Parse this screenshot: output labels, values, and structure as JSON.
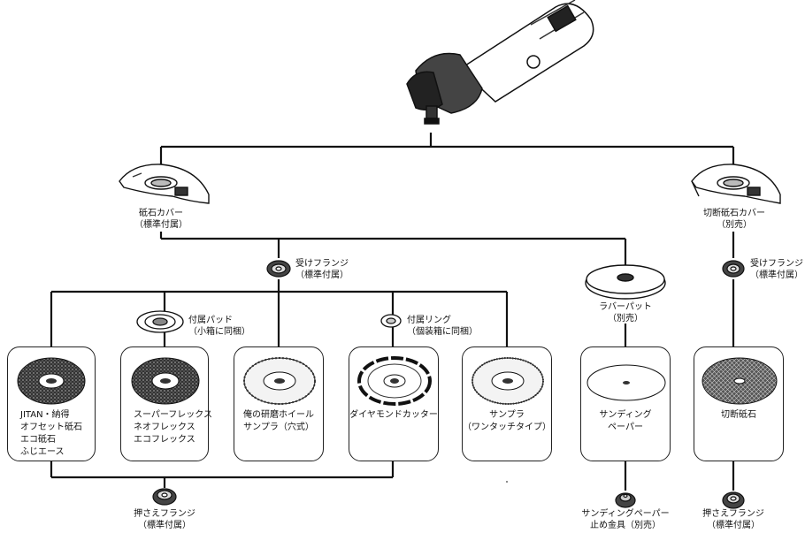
{
  "tool": {
    "icon": "angle-grinder-icon"
  },
  "guards": {
    "standard": {
      "name": "砥石カバー",
      "note": "（標準付属）",
      "icon": "wheel-guard-icon"
    },
    "cutting": {
      "name": "切断砥石カバー",
      "note": "（別売）",
      "icon": "cutting-guard-icon"
    }
  },
  "flanges": {
    "receive_main": {
      "name": "受けフランジ",
      "note": "（標準付属）"
    },
    "receive_right": {
      "name": "受けフランジ",
      "note": "（標準付属）"
    },
    "press_main": {
      "name": "押さえフランジ",
      "note": "（標準付属）"
    },
    "press_right": {
      "name": "押さえフランジ",
      "note": "（標準付属）"
    }
  },
  "accessories": {
    "pad": {
      "name": "付属パッド",
      "note": "（小箱に同梱）"
    },
    "ring": {
      "name": "付属リング",
      "note": "（個装箱に同梱）"
    },
    "rubber_pad": {
      "name": "ラバーパット",
      "note": "（別売）"
    },
    "sanding_fitting": {
      "name": "サンディングペーパー",
      "note": "止め金具（別売）"
    }
  },
  "cards": [
    {
      "lines": [
        "JITAN・納得",
        "オフセット砥石",
        "エコ砥石",
        "ふじエース"
      ]
    },
    {
      "lines": [
        "スーパーフレックス",
        "ネオフレックス",
        "エコフレックス"
      ]
    },
    {
      "lines": [
        "俺の研磨ホイール",
        "サンプラ（穴式）"
      ]
    },
    {
      "lines": [
        "ダイヤモンドカッター"
      ]
    },
    {
      "lines": [
        "サンプラ",
        "（ワンタッチタイプ）"
      ]
    },
    {
      "lines": [
        "サンディング",
        "ペーパー"
      ]
    },
    {
      "lines": [
        "切断砥石"
      ]
    }
  ]
}
